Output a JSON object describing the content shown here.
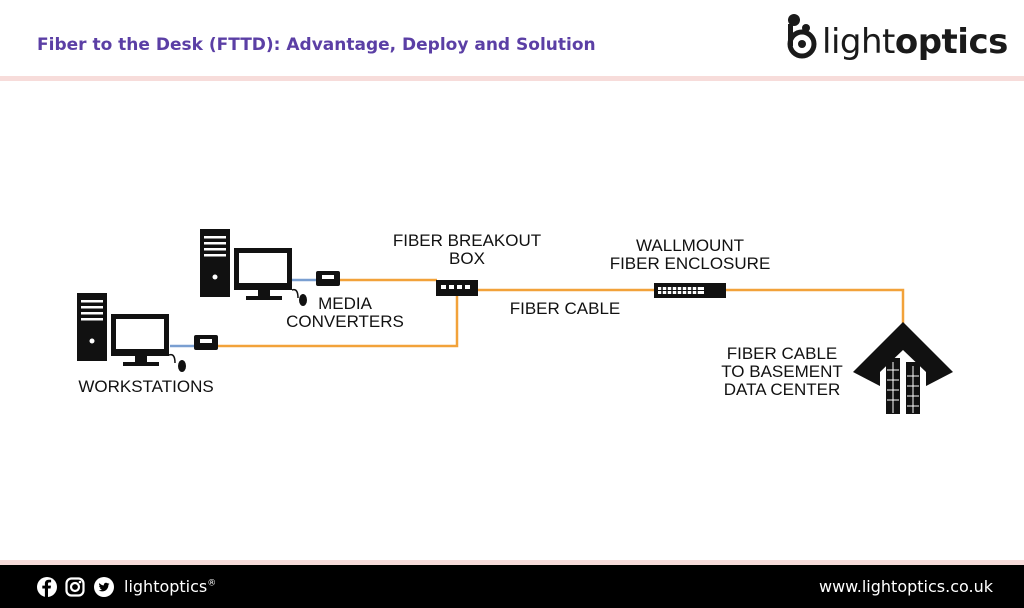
{
  "header": {
    "title": "Fiber to the Desk (FTTD): Advantage, Deploy and Solution",
    "logo_light": "light",
    "logo_optics": "optics"
  },
  "diagram": {
    "labels": {
      "breakout_box": "FIBER BREAKOUT\nBOX",
      "wallmount": "WALLMOUNT\nFIBER ENCLOSURE",
      "media_converters": "MEDIA\nCONVERTERS",
      "fiber_cable": "FIBER CABLE",
      "workstations": "WORKSTATIONS",
      "basement": "FIBER CABLE\nTO BASEMENT\nDATA CENTER"
    },
    "colors": {
      "fiber": "#f2a23a",
      "copper": "#7a9fd1",
      "device": "#111111"
    }
  },
  "footer": {
    "icons": [
      "facebook-icon",
      "instagram-icon",
      "twitter-icon"
    ],
    "brand": "lightoptics",
    "brand_mark": "®",
    "url": "www.lightoptics.co.uk"
  }
}
